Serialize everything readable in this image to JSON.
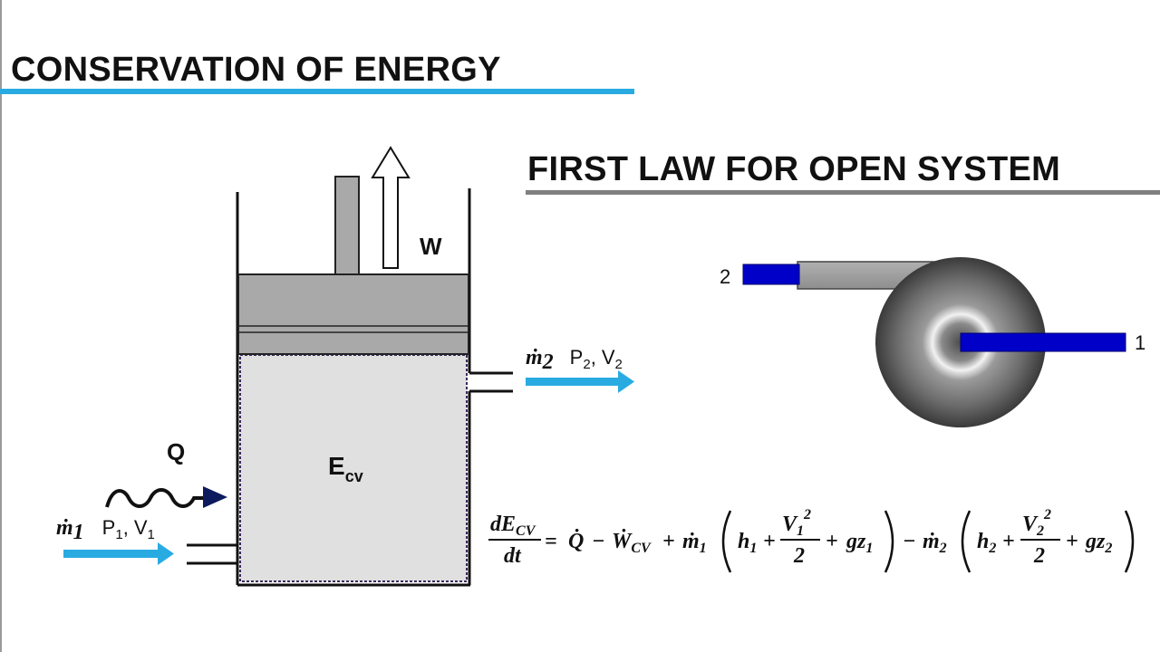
{
  "header": {
    "title": "CONSERVATION OF ENERGY",
    "subtitle": "FIRST LAW FOR OPEN SYSTEM"
  },
  "piston_diagram": {
    "work_label": "W",
    "heat_label": "Q",
    "energy_label": "E",
    "energy_subscript": "cv",
    "inlet": {
      "mdot": "ṁ",
      "mdot_sub": "1",
      "pressure": "P",
      "pressure_sub": "1",
      "separator": ",",
      "velocity": "V",
      "velocity_sub": "1"
    },
    "outlet": {
      "mdot": "ṁ",
      "mdot_sub": "2",
      "pressure": "P",
      "pressure_sub": "2",
      "separator": ",",
      "velocity": "V",
      "velocity_sub": "2"
    }
  },
  "pump_diagram": {
    "outlet_label": "2",
    "inlet_label": "1"
  },
  "equation": {
    "lhs_num": "dE",
    "lhs_num_sub": "CV",
    "lhs_den": "dt",
    "equals": "=",
    "qdot": "Q̇",
    "minus1": "−",
    "wdot": "Ẇ",
    "wdot_sub": "CV",
    "plus1": "+",
    "mdot1": "ṁ",
    "mdot1_sub": "1",
    "h1": "h",
    "h1_sub": "1",
    "plus2": "+",
    "v1": "V",
    "v1_sub": "1",
    "v1_sup": "2",
    "half1": "2",
    "plus3": "+",
    "gz1": "gz",
    "gz1_sub": "1",
    "minus2": "−",
    "mdot2": "ṁ",
    "mdot2_sub": "2",
    "h2": "h",
    "h2_sub": "2",
    "plus4": "+",
    "v2": "V",
    "v2_sub": "2",
    "v2_sup": "2",
    "half2": "2",
    "plus5": "+",
    "gz2": "gz",
    "gz2_sub": "2"
  },
  "colors": {
    "accent_blue": "#29abe2",
    "rule_gray": "#808080",
    "pump_pipe_blue": "#0000c8",
    "heat_arrow_navy": "#0d1b5e",
    "cylinder_fill": "#e0e0e0",
    "piston_fill": "#a9a9a9"
  }
}
